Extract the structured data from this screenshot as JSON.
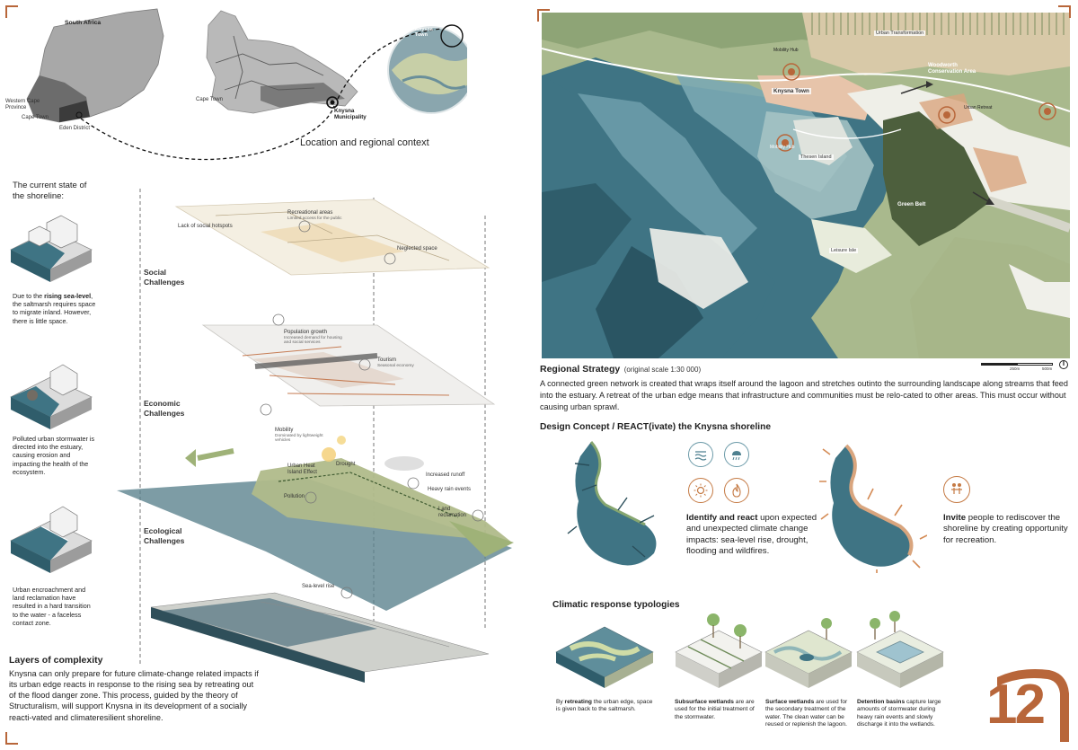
{
  "location": {
    "south_africa": "South Africa",
    "western_cape": "Western Cape Province",
    "cape_town_left": "Cape Town",
    "eden_district": "Eden District",
    "cape_town_mid": "Cape Town",
    "knysna_municipality": "Knysna Municipality",
    "knysna_town_circle": "Knysna Town",
    "caption": "Location and regional context"
  },
  "shoreline": {
    "title": "The current state of the shoreline:",
    "item1_pre": "Due to the ",
    "item1_bold": "rising sea-level",
    "item1_post": ", the saltmarsh requires space to migrate inland. However, there is little space.",
    "item2": "Polluted urban stormwater is directed into the estuary, causing erosion and impacting the health of the ecosystem.",
    "item3": "Urban encroachment and land reclamation have resulted in a hard transition to the water - a faceless contact zone."
  },
  "layers": {
    "social": "Social Challenges",
    "economic": "Economic Challenges",
    "ecological": "Ecological Challenges",
    "lack_social": "Lack of social hotspots",
    "recreational": "Recreational areas",
    "recreational_sub": "Limited access for the public",
    "neglected": "Neglected space",
    "population": "Population growth",
    "population_sub": "Increased demand for housing and social services",
    "tourism": "Tourism",
    "tourism_sub": "Seasonal economy",
    "mobility": "Mobility",
    "mobility_sub": "Dominated by lightweight vehicles",
    "heat": "Urban Heat Island Effect",
    "drought": "Drought",
    "runoff": "Increased runoff",
    "heavy_rain": "Heavy rain events",
    "pollution": "Pollution",
    "land_reclamation": "Land reclamation",
    "sea_level_rise": "Sea-level rise"
  },
  "complexity": {
    "title": "Layers of complexity",
    "text": "Knysna can only prepare for future climate-change related impacts if its urban edge reacts in response to the rising sea by retreating out of the flood danger zone. This process, guided by the theory of Structuralism, will support Knysna in its development of a socially reacti-vated and climateresilient shoreline."
  },
  "map": {
    "urban_transformation": "Urban Transformation",
    "conservation": "Woodworth Conservation Area",
    "knysna_town": "Knysna Town",
    "mobility_hub": "Mobility Hub",
    "thesen_island": "Thesen Island",
    "green_belt": "Green Belt",
    "leisure_isle": "Leisure Isle",
    "mobility_hub2": "Mobility Hub",
    "retreat": "Urban Retreat",
    "scale_a": "250m",
    "scale_b": "500m"
  },
  "regional": {
    "title": "Regional Strategy",
    "scale": "(original scale 1:30 000)",
    "text": "A connected green network is created that wraps itself around the lagoon and stretches outinto the surrounding landscape along streams that feed into the estuary. A retreat of the urban edge means that infrastructure and communities must be relo-cated to other areas. This must occur without causing urban sprawl."
  },
  "concept": {
    "title": "Design Concept / REACT(ivate) the Knysna shoreline",
    "identify_bold": "Identify and react",
    "identify_text": " upon expected and unexpected climate change impacts: sea-level rise, drought, flooding and wildfires.",
    "invite_bold": "Invite",
    "invite_text": " people to rediscover the shoreline by creating opportunity for recreation."
  },
  "typologies": {
    "title": "Climatic response typologies",
    "t1_pre": "By ",
    "t1_bold": "retreating",
    "t1_post": " the urban edge, space is given back to the saltmarsh.",
    "t2_bold": "Subsurface wetlands",
    "t2_post": " are are used for the initial treatment of the stormwater.",
    "t3_bold": "Surface wetlands",
    "t3_post": " are used for the secondary treatment of the water. The clean water can be reused or replenish the lagoon.",
    "t4_bold": "Detention basins",
    "t4_post": " capture large amounts of stormwater during heavy rain events and slowly discharge it into the wetlands."
  },
  "page_number": "12",
  "colors": {
    "water": "#3f7484",
    "green_light": "#c8d4a8",
    "green_dark": "#4d5f3d",
    "accent_orange": "#b8663a"
  }
}
